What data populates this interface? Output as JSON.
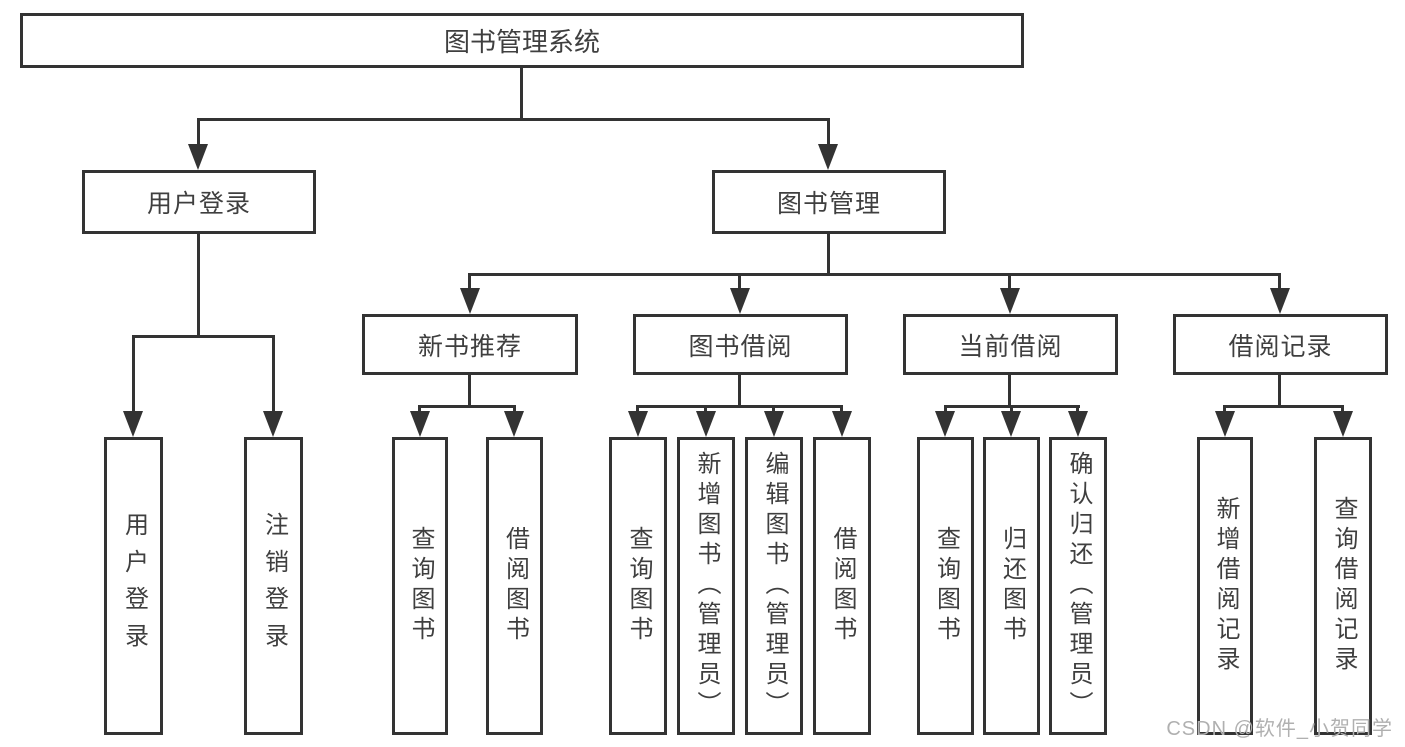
{
  "tree": {
    "root": {
      "label": "图书管理系统"
    },
    "branches": [
      {
        "label": "用户登录",
        "children": [
          {
            "label": "用户登录"
          },
          {
            "label": "注销登录"
          }
        ]
      },
      {
        "label": "图书管理",
        "children": [
          {
            "label": "新书推荐",
            "children": [
              {
                "label": "查询图书"
              },
              {
                "label": "借阅图书"
              }
            ]
          },
          {
            "label": "图书借阅",
            "children": [
              {
                "label": "查询图书"
              },
              {
                "label": "新增图书（管理员）"
              },
              {
                "label": "编辑图书（管理员）"
              },
              {
                "label": "借阅图书"
              }
            ]
          },
          {
            "label": "当前借阅",
            "children": [
              {
                "label": "查询图书"
              },
              {
                "label": "归还图书"
              },
              {
                "label": "确认归还（管理员）"
              }
            ]
          },
          {
            "label": "借阅记录",
            "children": [
              {
                "label": "新增借阅记录"
              },
              {
                "label": "查询借阅记录"
              }
            ]
          }
        ]
      }
    ]
  },
  "watermark": "CSDN @软件_小贺同学",
  "colors": {
    "line": "#333333",
    "text": "#3f3f3f",
    "watermark": "#b0b0b0",
    "background": "#ffffff"
  }
}
